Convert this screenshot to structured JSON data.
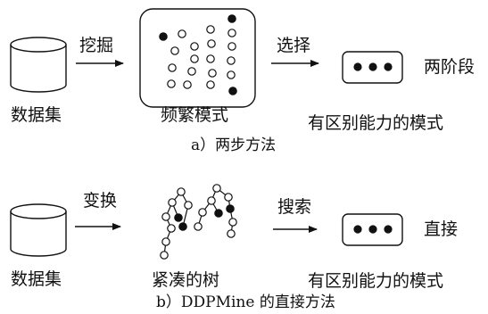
{
  "colors": {
    "ink": "#111111",
    "background": "#ffffff"
  },
  "section_a": {
    "source_label": "数据集",
    "arrow1_label": "挖掘",
    "patterns_label": "频繁模式",
    "arrow2_label": "选择",
    "result_label": "有区别能力的模式",
    "approach_label": "两阶段",
    "caption": "a）两步方法"
  },
  "section_b": {
    "source_label": "数据集",
    "arrow1_label": "变换",
    "tree_label": "紧凑的树",
    "arrow2_label": "搜索",
    "result_label": "有区别能力的模式",
    "approach_label": "直接",
    "caption": "b）DDPMine 的直接方法"
  }
}
